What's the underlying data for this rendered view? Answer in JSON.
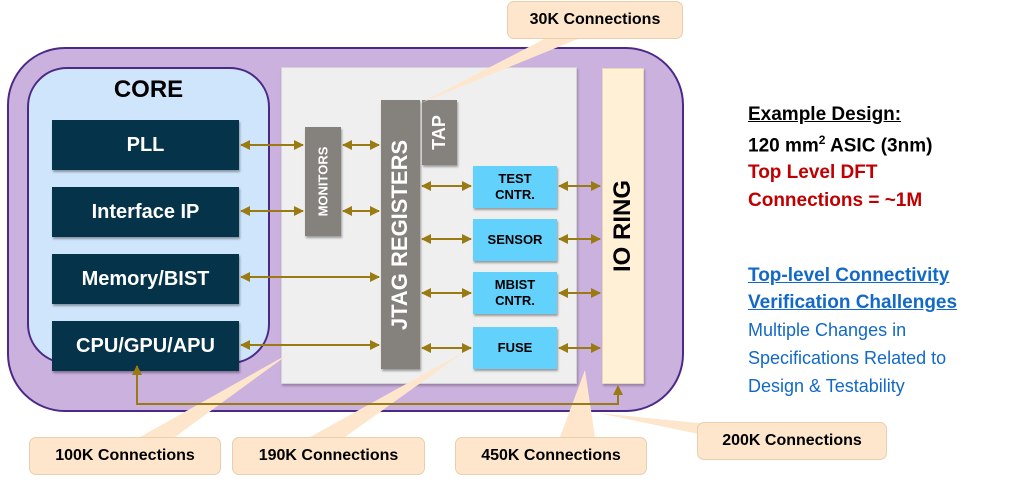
{
  "diagram": {
    "core": {
      "title": "CORE",
      "items": [
        "PLL",
        "Interface IP",
        "Memory/BIST",
        "CPU/GPU/APU"
      ]
    },
    "monitors": "MONITORS",
    "jtag_registers": "JTAG REGISTERS",
    "tap": "TAP",
    "dft_blocks": [
      {
        "line1": "TEST",
        "line2": "CNTR."
      },
      {
        "line1": "SENSOR",
        "line2": ""
      },
      {
        "line1": "MBIST",
        "line2": "CNTR."
      },
      {
        "line1": "FUSE",
        "line2": ""
      }
    ],
    "io_ring": "IO RING",
    "callouts": {
      "c30k": "30K Connections",
      "c100k": "100K Connections",
      "c190k": "190K Connections",
      "c450k": "450K Connections",
      "c200k": "200K Connections"
    },
    "colors": {
      "outer_ring": "#cbb1de",
      "ring_border": "#4b2a86",
      "core_bg": "#cfe5fb",
      "core_item": "#05334a",
      "gray_block": "#85817d",
      "dft_block": "#62d2fc",
      "io_ring": "#fff0d6",
      "arrow": "#9a7a12",
      "callout": "#fde6cc"
    }
  },
  "notes": {
    "example_heading": "Example Design:",
    "asic_prefix": "120 mm",
    "asic_sup": "2",
    "asic_suffix": " ASIC (3nm)",
    "dft_line1": "Top Level DFT",
    "dft_line2": "Connections = ~1M",
    "challenge_line1": "Top-level Connectivity",
    "challenge_line2": "Verification Challenges",
    "body_line1": "Multiple Changes in",
    "body_line2": "Specifications Related to",
    "body_line3": "Design & Testability"
  }
}
